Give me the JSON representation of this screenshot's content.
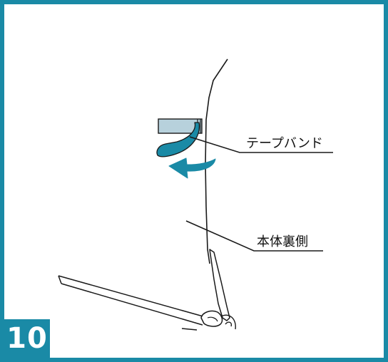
{
  "step_number": "10",
  "labels": {
    "tape_band": "テープバンド",
    "back_of_body": "本体裏側"
  },
  "colors": {
    "frame": "#1a8aa6",
    "band": "#1a8aa6",
    "arrow": "#1a8aa6",
    "tape_tab": "#b7d1dc",
    "line": "#1a1a1a"
  },
  "icons": {
    "arrow": "curved-arrow-icon"
  }
}
